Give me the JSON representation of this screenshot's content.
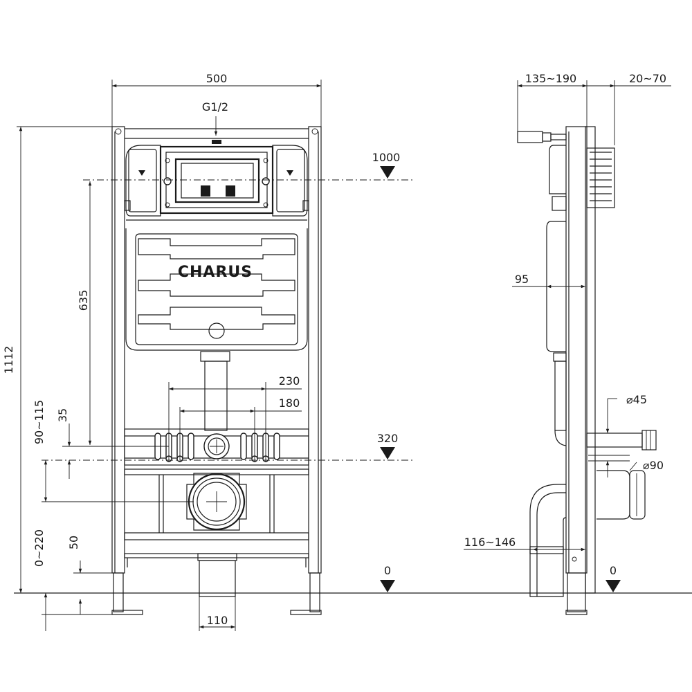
{
  "front_view": {
    "brand": "CHARUS",
    "inlet": "G1/2",
    "width": "500",
    "height": "1112",
    "actuator_height": "635",
    "bolt_spacing_outer": "230",
    "bolt_spacing_inner": "180",
    "bolt_offset": "35",
    "outlet_range": "90~115",
    "leg_adjust": "0~220",
    "leg_min": "50",
    "drain_width": "110",
    "level_top": "1000",
    "level_mid": "320",
    "level_floor": "0"
  },
  "side_view": {
    "depth_range": "135~190",
    "wall_range": "20~70",
    "frame_depth": "95",
    "inlet_dia": "⌀45",
    "outlet_dia": "⌀90",
    "drain_offset": "116~146",
    "level_floor": "0"
  }
}
